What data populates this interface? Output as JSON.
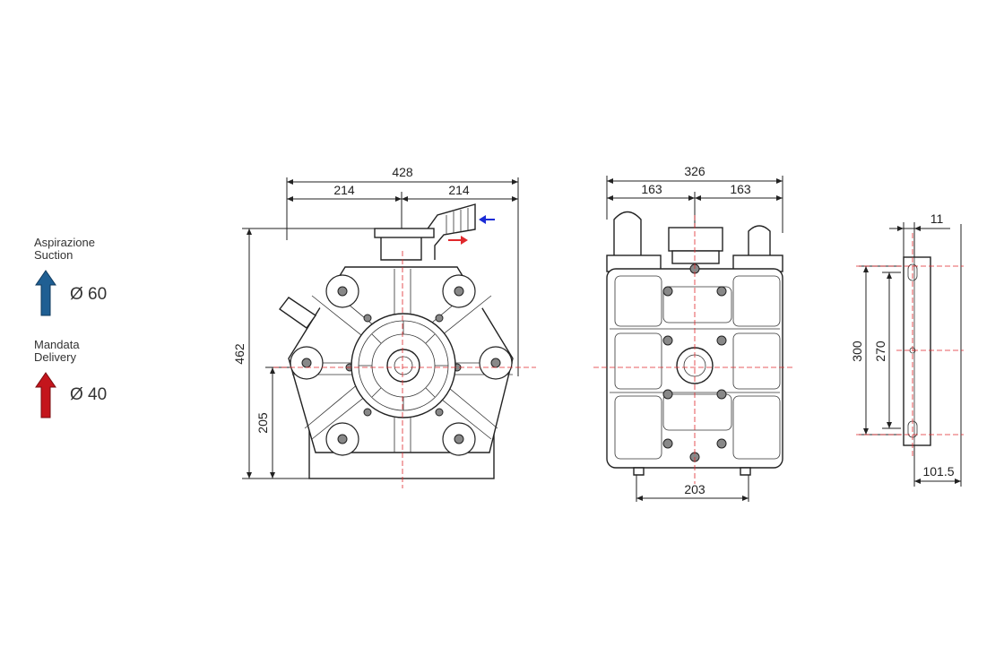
{
  "legend": {
    "suction": {
      "label_line1": "Aspirazione",
      "label_line2": "Suction",
      "diameter": "Ø 60",
      "color": "#1f5f93"
    },
    "delivery": {
      "label_line1": "Mandata",
      "label_line2": "Delivery",
      "diameter": "Ø 40",
      "color": "#c4151c"
    }
  },
  "front_view": {
    "overall_width": "428",
    "half_left": "214",
    "half_right": "214",
    "overall_height": "462",
    "center_height": "205"
  },
  "side_view": {
    "overall_width": "326",
    "half_left": "163",
    "half_right": "163",
    "foot_spacing": "203"
  },
  "bracket_view": {
    "thickness": "11",
    "height_outer": "300",
    "height_inner": "270",
    "depth": "101.5"
  },
  "colors": {
    "inlet_arrow": "#1a2bd6",
    "outlet_arrow": "#e0282c",
    "centerline": "#e0282c"
  }
}
